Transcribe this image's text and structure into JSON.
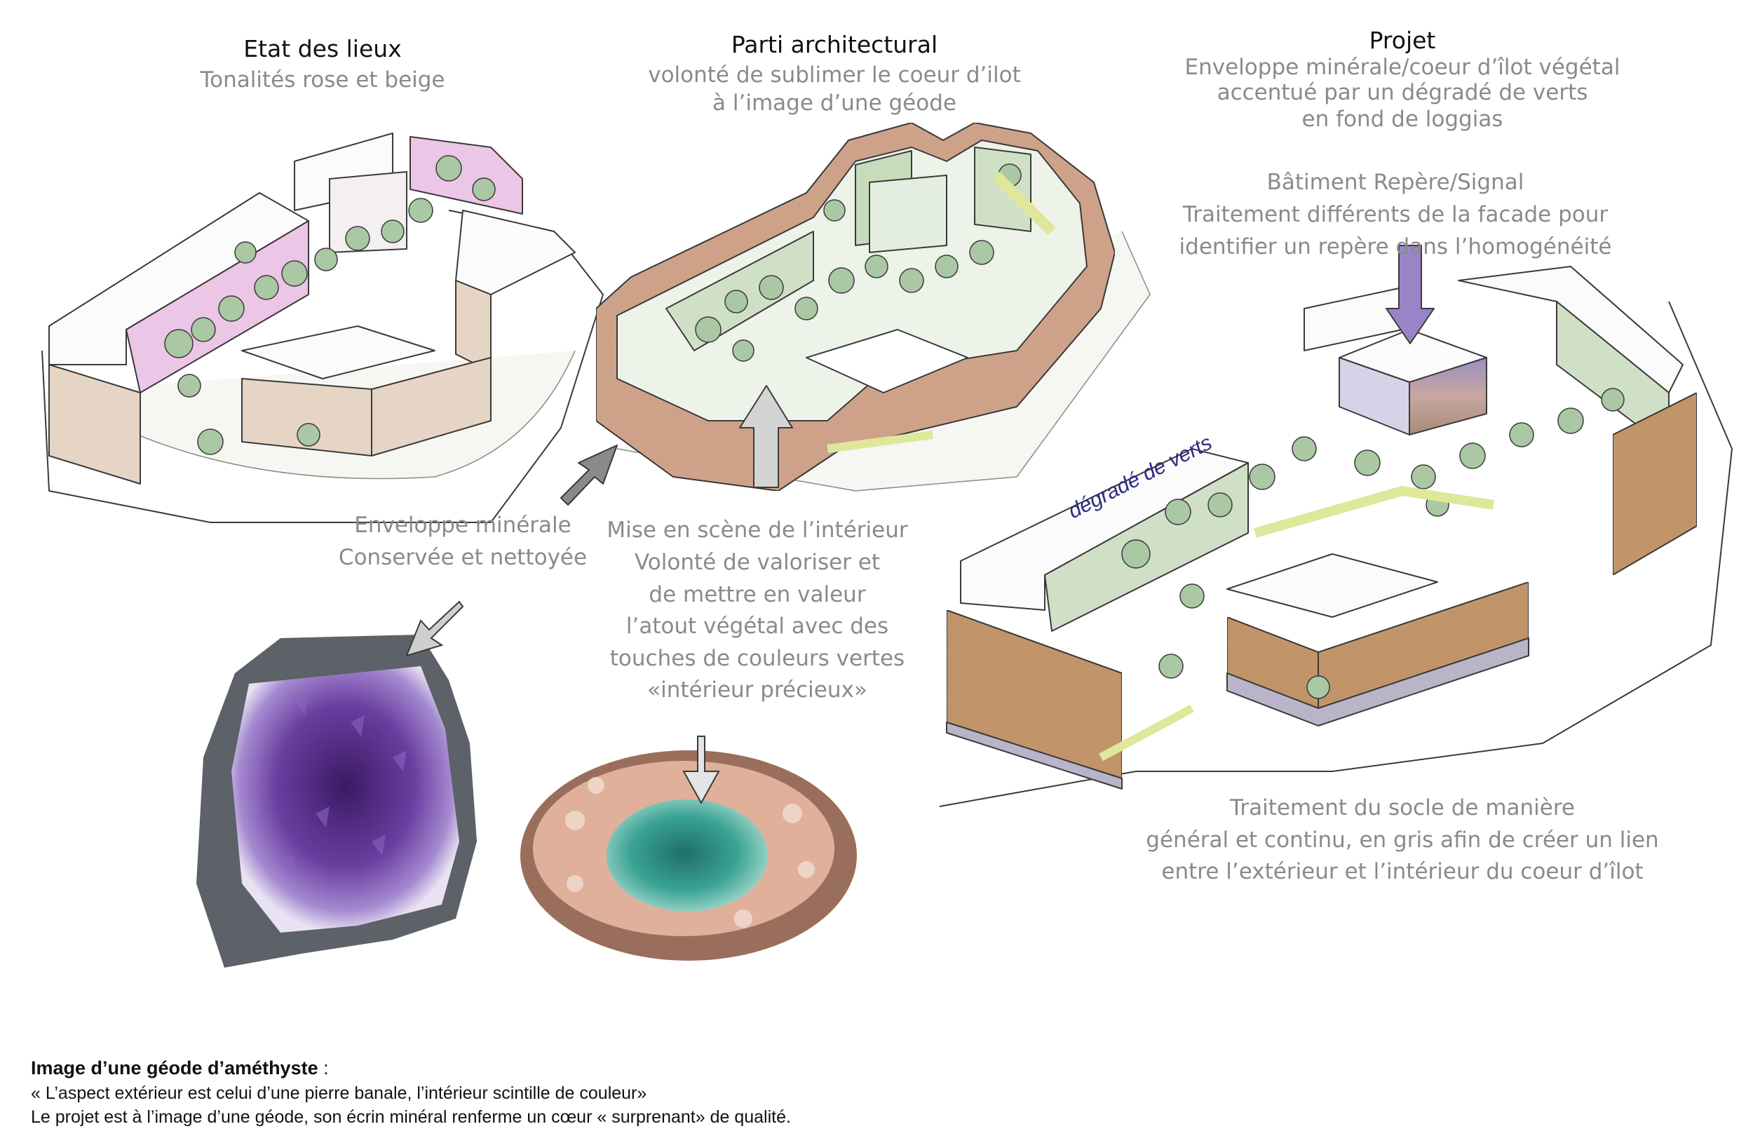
{
  "panels": {
    "existing": {
      "title": "Etat des lieux",
      "subtitle": "Tonalités rose et beige"
    },
    "concept": {
      "title": "Parti architectural",
      "subtitle_lines": [
        "volonté de sublimer le coeur d’ilot",
        "à l’image d’une géode"
      ]
    },
    "project": {
      "title": "Projet",
      "subtitle_lines": [
        "Enveloppe minérale/coeur d’îlot végétal",
        "accentué par un dégradé de verts",
        "en fond de loggias"
      ]
    }
  },
  "annotations": {
    "landmark": [
      "Bâtiment Repère/Signal",
      "Traitement différents de la facade pour",
      "identifier un repère dans l’homogénéité"
    ],
    "envelope": [
      "Enveloppe minérale",
      "Conservée et nettoyée"
    ],
    "interior": [
      "Mise en scène de l’intérieur",
      "Volonté de valoriser et",
      "de mettre en valeur",
      "l’atout végétal avec des",
      "touches de couleurs vertes",
      "«intérieur précieux»"
    ],
    "plinth": [
      "Traitement du socle de manière",
      "général et continu, en gris afin de créer un lien",
      "entre l’extérieur et l’intérieur du coeur d’îlot"
    ],
    "facade_tag": "dégradé de verts"
  },
  "caption": {
    "title": "Image d’une géode d’améthyste",
    "title_suffix": " :",
    "line1": "« L’aspect extérieur est celui d’une pierre banale, l’intérieur scintille de couleur»",
    "line2": "Le projet est à l’image d’une géode, son écrin minéral renferme un cœur « surprenant» de qualité."
  },
  "colors": {
    "ink": "#3a3a3a",
    "label_gray": "#8a8a8a",
    "pink_facade": "#ecc6e6",
    "beige_facade": "#e6d5c5",
    "terracotta_envelope": "#d6a98f",
    "ochre_texture": "#c99a6e",
    "sage_green": "#b9d2ac",
    "tree_green": "#8fb48a",
    "lime_ground": "#dfe79a",
    "purple_arrow": "#9a84c8",
    "amethyst": "#5a2f88",
    "geode_shell": "#5d6168",
    "green_crystal": "#2f8f86",
    "peach_calcite": "#e0b09a"
  }
}
